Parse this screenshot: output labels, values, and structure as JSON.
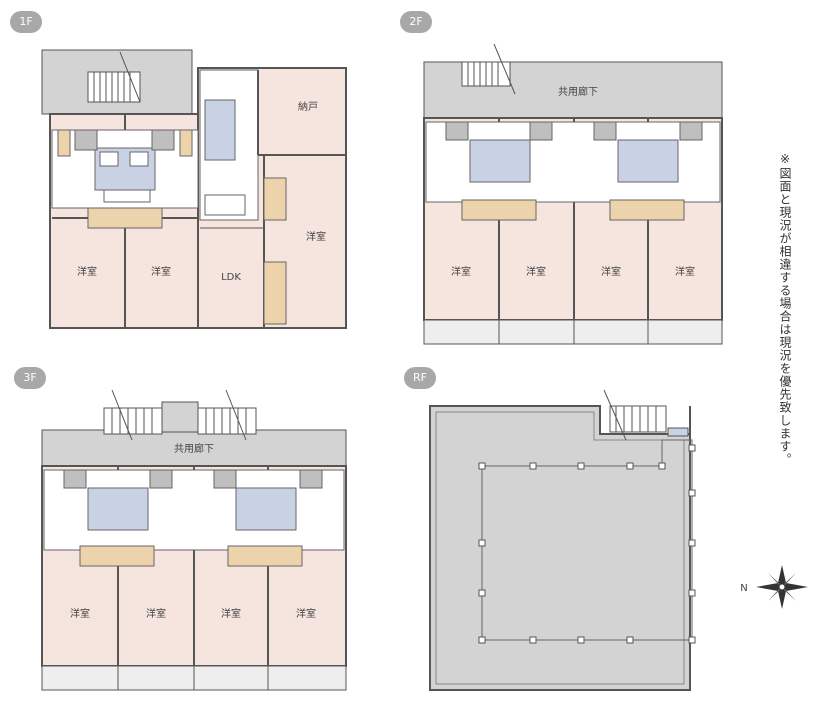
{
  "floors": [
    {
      "id": "1f",
      "badge": "1F",
      "rooms": {
        "western_a": "洋室",
        "western_b": "洋室",
        "ldk": "LDK",
        "closet": "納戸",
        "western_c": "洋室"
      }
    },
    {
      "id": "2f",
      "badge": "2F",
      "corridor": "共用廊下",
      "rooms": [
        "洋室",
        "洋室",
        "洋室",
        "洋室"
      ]
    },
    {
      "id": "3f",
      "badge": "3F",
      "corridor": "共用廊下",
      "rooms": [
        "洋室",
        "洋室",
        "洋室",
        "洋室"
      ]
    },
    {
      "id": "rf",
      "badge": "RF"
    }
  ],
  "note": "※図面と現況が相違する場合は現況を優先致します。",
  "compass": {
    "north_label": "N"
  },
  "colors": {
    "room": "#f6e4de",
    "wall": "#555555",
    "common": "#d3d3d3",
    "storage": "#ecd3ab",
    "bath": "#c9d2e4",
    "tile": "#bfbfbf"
  }
}
